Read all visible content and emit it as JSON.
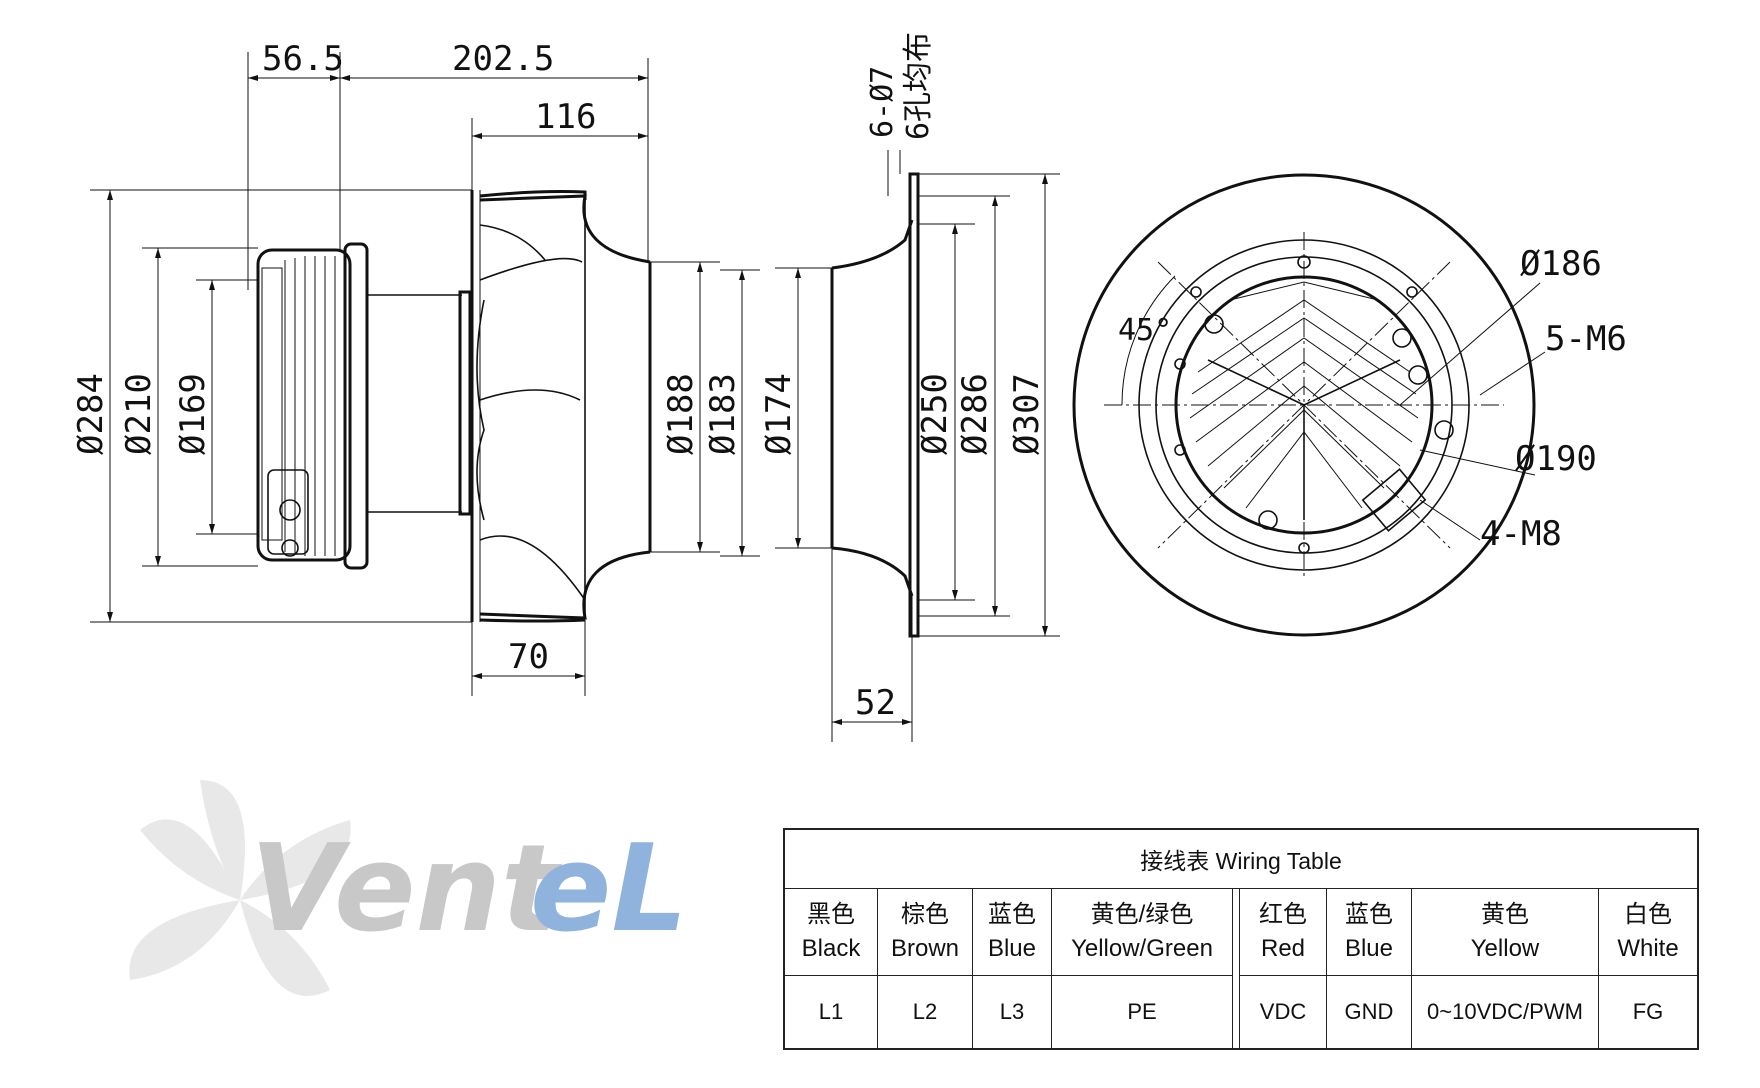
{
  "dimensions": {
    "d56_5": "56.5",
    "d202_5": "202.5",
    "d116": "116",
    "d6holes": "6-Ø7",
    "d6holes_cn": "6孔均布",
    "d284": "Ø284",
    "d210": "Ø210",
    "d169": "Ø169",
    "d188": "Ø188",
    "d183": "Ø183",
    "d174": "Ø174",
    "d250": "Ø250",
    "d286": "Ø286",
    "d307": "Ø307",
    "d70": "70",
    "d52": "52",
    "angle45": "45°",
    "d186": "Ø186",
    "m6": "5-M6",
    "d190": "Ø190",
    "m8": "4-M8"
  },
  "logo": {
    "part1": "Vent",
    "part2": "eL",
    "color1": "#c8c8c8",
    "color2": "#8fb3dd"
  },
  "wiring_table": {
    "title": "接线表  Wiring Table",
    "columns": [
      {
        "cn": "黑色",
        "en": "Black",
        "value": "L1"
      },
      {
        "cn": "棕色",
        "en": "Brown",
        "value": "L2"
      },
      {
        "cn": "蓝色",
        "en": "Blue",
        "value": "L3"
      },
      {
        "cn": "黄色/绿色",
        "en": "Yellow/Green",
        "value": "PE"
      },
      {
        "cn": "红色",
        "en": "Red",
        "value": "VDC"
      },
      {
        "cn": "蓝色",
        "en": "Blue",
        "value": "GND"
      },
      {
        "cn": "黄色",
        "en": "Yellow",
        "value": "0~10VDC/PWM"
      },
      {
        "cn": "白色",
        "en": "White",
        "value": "FG"
      }
    ]
  }
}
